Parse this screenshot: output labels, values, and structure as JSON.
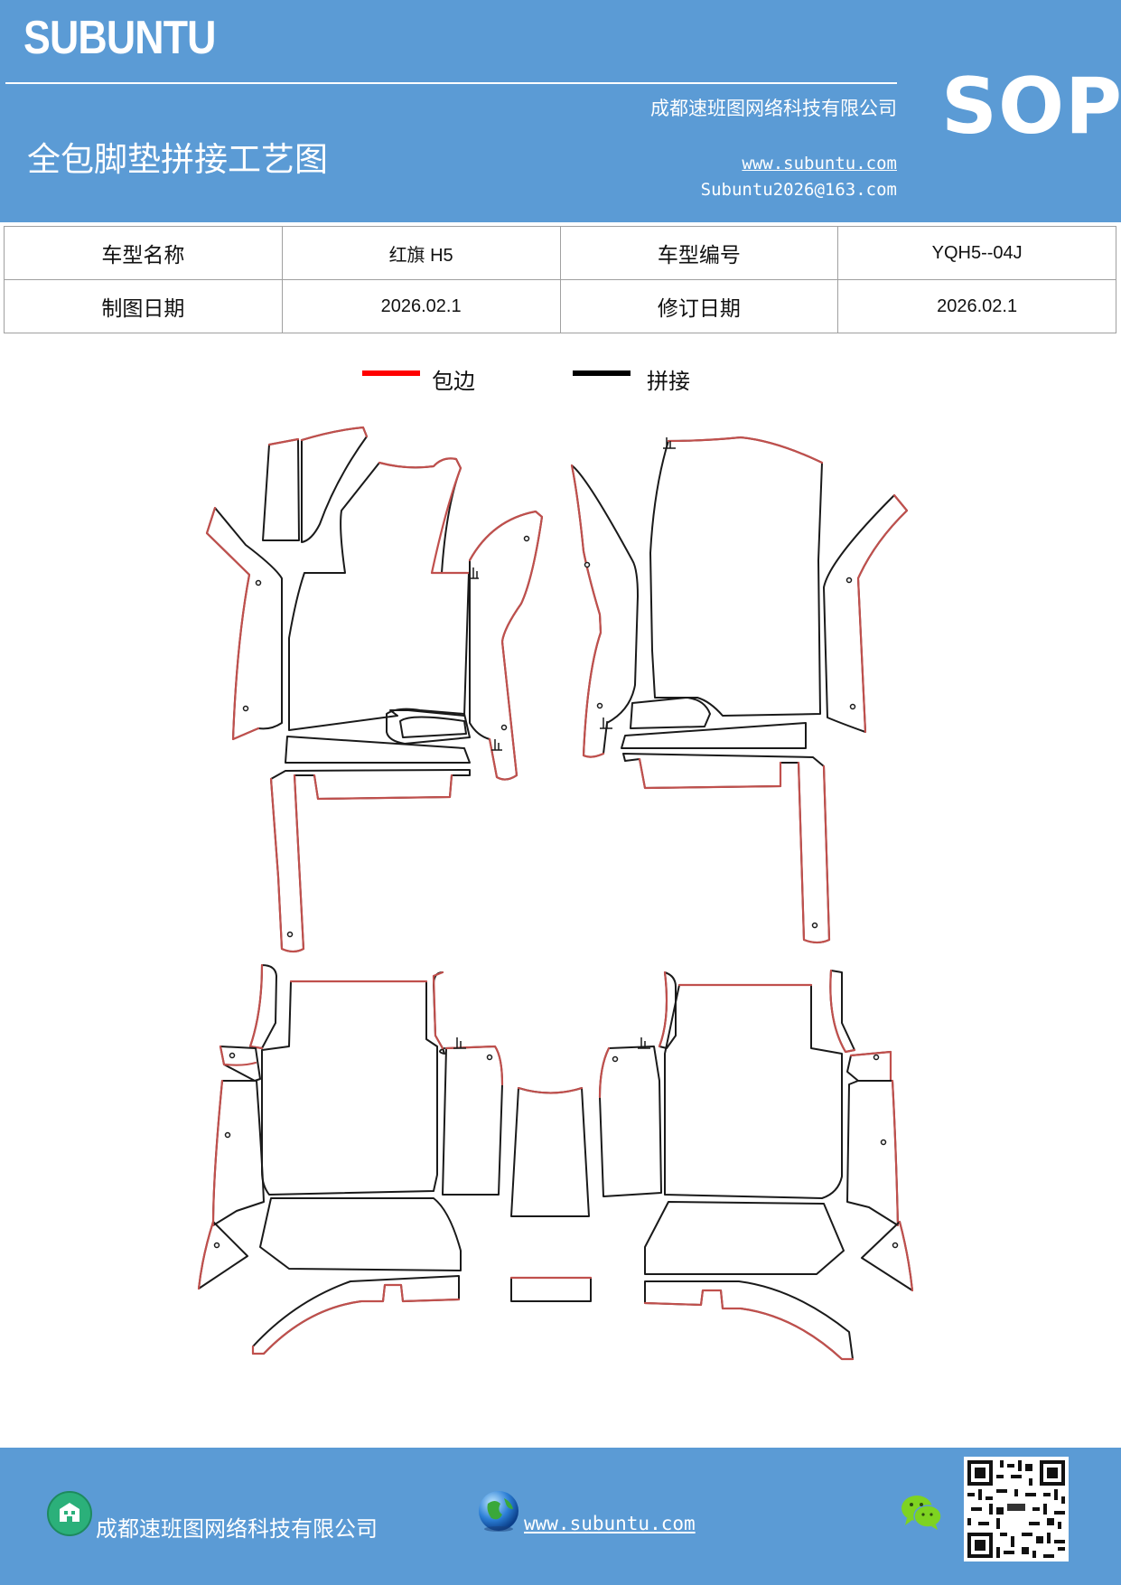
{
  "header": {
    "brand": "SUBUNTU",
    "sop": "SOP",
    "company": "成都速班图网络科技有限公司",
    "title": "全包脚垫拼接工艺图",
    "website": "www.subuntu.com",
    "email": "Subuntu2026@163.com"
  },
  "info_table": {
    "rows": [
      [
        {
          "label": "车型名称",
          "value": "红旗 H5"
        },
        {
          "label": "车型编号",
          "value": "YQH5--04J"
        }
      ],
      [
        {
          "label": "制图日期",
          "value": "2026.02.1"
        },
        {
          "label": "修订日期",
          "value": "2026.02.1"
        }
      ]
    ]
  },
  "legend": {
    "items": [
      {
        "label": "包边",
        "color": "#ff0000"
      },
      {
        "label": "拼接",
        "color": "#000000"
      }
    ]
  },
  "colors": {
    "brand_blue": "#5b9bd5",
    "edge_red": "#c0504d",
    "seam_black": "#1a1a1a"
  },
  "footer": {
    "company": "成都速班图网络科技有限公司",
    "website": "www.subuntu.com",
    "icons": [
      "building-icon",
      "globe-icon",
      "wechat-icon",
      "qr-code"
    ]
  }
}
